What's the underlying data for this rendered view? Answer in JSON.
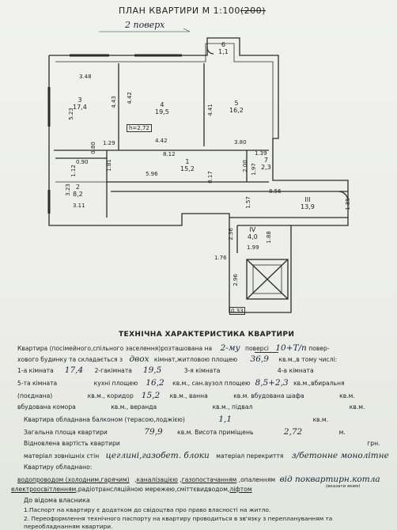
{
  "plan": {
    "title": "ПЛАН КВАРТИРИ М 1:100",
    "scale_struck": "(200)",
    "floor": "2 поверх",
    "rooms": [
      {
        "num": "3",
        "area": "17,4",
        "w": "3.48",
        "h": "5.23",
        "h2": "4.43"
      },
      {
        "num": "4",
        "area": "19,5",
        "h": "4.42",
        "w": "4.42"
      },
      {
        "num": "5",
        "area": "16,2",
        "h": "4.41",
        "w": "3.80"
      },
      {
        "num": "6",
        "area": "1,1"
      },
      {
        "num": "1",
        "area": "15,2",
        "w": "8.12",
        "w2": "5.96"
      },
      {
        "num": "2",
        "area": "8,2",
        "w": "3.11",
        "h": "3.23"
      },
      {
        "num": "7",
        "area": "2,3",
        "w": "1.39"
      },
      {
        "num": "III",
        "area": "13,9",
        "w": "8.56",
        "h": "1.85"
      },
      {
        "num": "IV",
        "area": "4,0",
        "w": "1.99",
        "h": "1.88"
      }
    ],
    "ceiling": "h=2,72",
    "dims": [
      "1.29",
      "0.80",
      "1.81",
      "1.12",
      "0.90",
      "2.00",
      "1.97",
      "0.17",
      "1.57",
      "2.36",
      "1.76",
      "2.96",
      "0.33"
    ]
  },
  "tech": {
    "title": "ТЕХНІЧНА ХАРАКТЕРИСТИКА КВАРТИРИ",
    "l1a": "Квартира (посімейного,спільного заселення)розташована на",
    "floor_v": "2-му",
    "l1b": "поверсі",
    "floors_total": "10+Т/п",
    "l1c": "повер-",
    "l2a": "хового будинку та складається з",
    "rooms_count": "двох",
    "l2b": "кімнат,житловою площею",
    "living_area": "36,9",
    "l2c": "кв.м.,в тому числі:",
    "r1": "1-а кімната",
    "r1v": "17,4",
    "r2": "2-гакімната",
    "r2v": "19,5",
    "r3": "3-я кімната",
    "r4": "4-а кімната",
    "r5": "5-та кімната",
    "kitchen": "кухні площею",
    "kitchen_v": "16,2",
    "bath_lbl": "кв.м., сан.вузол  площею",
    "bath_v": "8,5+2,3",
    "bath_suffix": "кв.м.,вбиральня",
    "comb": "(поєднана)",
    "corr_lbl": "кв.м., коридор",
    "corr_v": "15,2",
    "bath2": "кв.м., ванна",
    "wardrobe": "кв.м. вбудована шафа",
    "kvm": "кв.м.",
    "storage": "вбудована комора",
    "veranda": "кв.м., веранда",
    "cellar": "кв.м., підвал",
    "balcony_lbl": "Квартира обладнана балконом (терасою,лоджією)",
    "balcony_v": "1,1",
    "total_lbl": "Загальна площа квартири",
    "total_v": "79,9",
    "height_lbl": "кв.м. Висота приміщень",
    "height_v": "2,72",
    "m": "м.",
    "cost_lbl": "Відновлена вартість квартири",
    "grn": "грн.",
    "walls_lbl": "матеріал зовнішніх стін",
    "walls_v": "цеглині,газобет. блоки",
    "ceil_lbl": "матеріал перекриття",
    "ceil_v": "з/бетонне монолітне",
    "equip": "Квартиру обладнано:",
    "eq1": "водопроводом (холодним,гарячим)",
    "eq2": "каналізацією",
    "eq3": "газопостачанням",
    "eq4": "опаленням",
    "heating_v": "від поквартирн.котла",
    "hint": "(вказати яким)",
    "eq5": "електроосвітленням",
    "eq6": "радіотрансляційною мережею",
    "eq7": "сміттєвидводом",
    "eq8": "ліфтом",
    "owner": "До відома власника",
    "n1": "1.Паспорт на квартиру є додатком до свідоцтва про право власності на житло.",
    "n2": "2. Переоформлення технічного паспорту на квартиру проводиться в зв'язку з переплануванням та",
    "n3": "переобладнанням квартири."
  }
}
